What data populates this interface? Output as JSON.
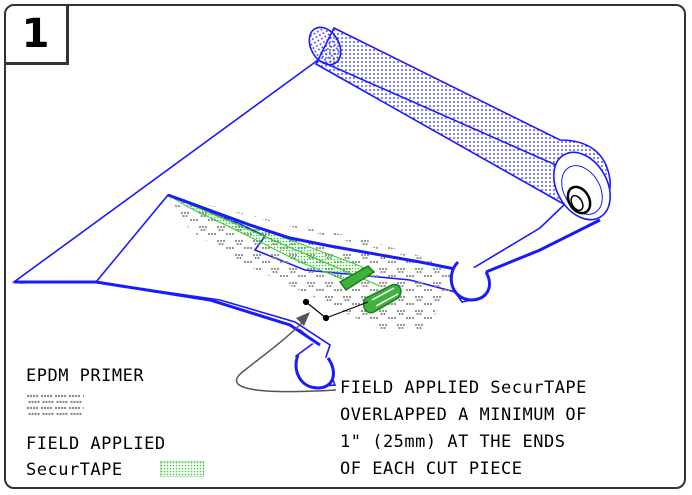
{
  "step_number": "1",
  "legend": {
    "primer_label": "EPDM PRIMER",
    "tape_label_line1": "FIELD APPLIED",
    "tape_label_line2": "SecurTAPE"
  },
  "note": {
    "lines": [
      "FIELD APPLIED SecurTAPE",
      "OVERLAPPED A MINIMUM OF",
      "1\" (25mm) AT THE ENDS",
      "OF EACH CUT PIECE"
    ]
  },
  "colors": {
    "outline": "#1a1aff",
    "primer": "#8c8c8c",
    "tape": "#33cc33",
    "frame": "#333333"
  }
}
